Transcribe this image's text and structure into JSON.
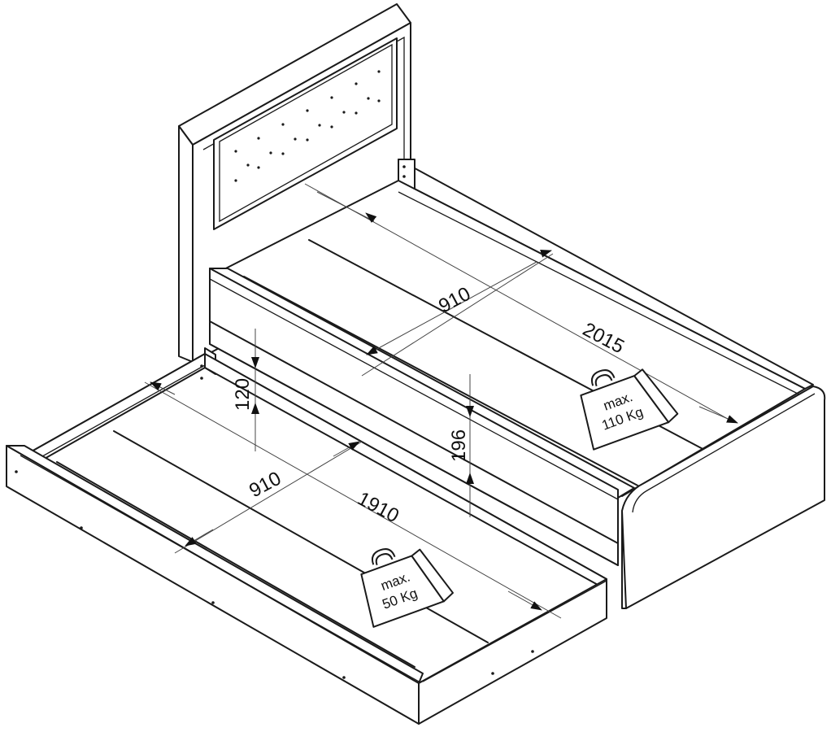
{
  "dimensions": {
    "bed_width": "910",
    "bed_length": "2015",
    "trundle_width": "910",
    "trundle_length": "1910",
    "trundle_height": "120",
    "bed_frame_height": "196"
  },
  "weight_labels": {
    "bed": {
      "line1": "max.",
      "line2": "110 Kg"
    },
    "trundle": {
      "line1": "max.",
      "line2": "50 Kg"
    }
  }
}
